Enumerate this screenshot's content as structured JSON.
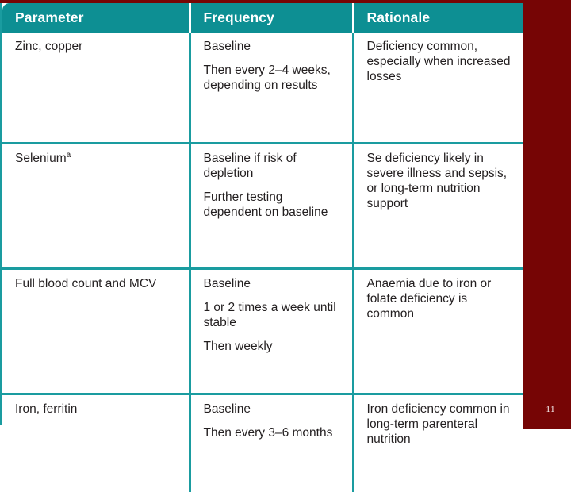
{
  "slide": {
    "page_number": "11",
    "accent_teal": "#0d8f93",
    "divider_teal": "#1a9ca0",
    "band_red": "#760505",
    "header_text_color": "#ffffff",
    "body_text_color": "#231f20"
  },
  "table": {
    "columns": [
      {
        "label": "Parameter"
      },
      {
        "label": "Frequency"
      },
      {
        "label": "Rationale"
      }
    ],
    "rows": [
      {
        "parameter": {
          "text": "Zinc, copper",
          "footnote": ""
        },
        "frequency": [
          "Baseline",
          "Then every 2–4 weeks, depending on results"
        ],
        "rationale": [
          "Deficiency common, especially when increased losses"
        ]
      },
      {
        "parameter": {
          "text": "Selenium",
          "footnote": "a"
        },
        "frequency": [
          "Baseline if risk of depletion",
          "Further testing dependent on baseline"
        ],
        "rationale": [
          "Se deficiency likely in severe illness and sepsis, or long-term nutrition support"
        ]
      },
      {
        "parameter": {
          "text": "Full blood count and MCV",
          "footnote": ""
        },
        "frequency": [
          "Baseline",
          "1 or 2 times a week until stable",
          "Then weekly"
        ],
        "rationale": [
          "Anaemia due to iron or folate deficiency is common"
        ]
      },
      {
        "parameter": {
          "text": "Iron, ferritin",
          "footnote": ""
        },
        "frequency": [
          "Baseline",
          "Then every 3–6 months"
        ],
        "rationale": [
          "Iron deficiency common in long-term parenteral nutrition"
        ]
      }
    ]
  }
}
